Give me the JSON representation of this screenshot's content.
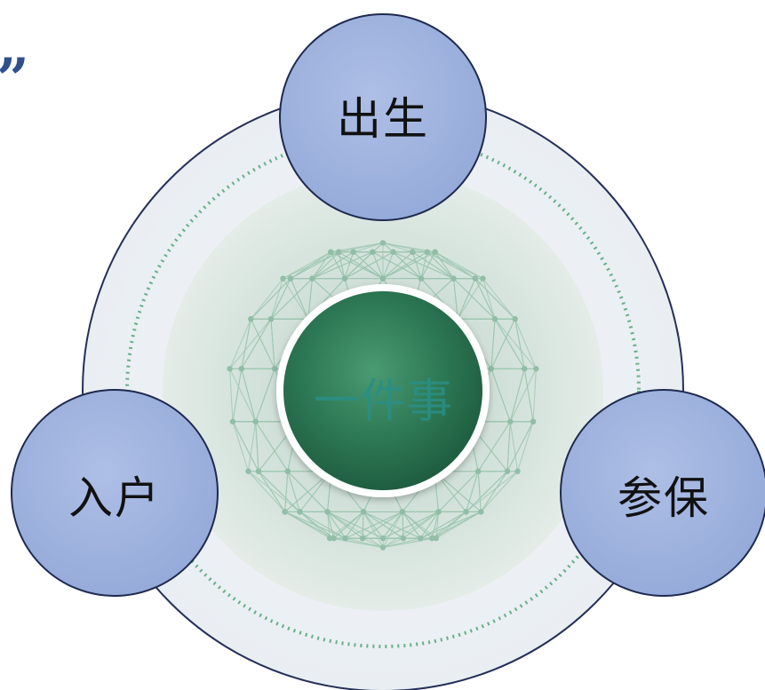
{
  "decoration": {
    "quote_mark": "”"
  },
  "center": {
    "label": "一件事"
  },
  "nodes": [
    {
      "id": "birth",
      "label": "出生"
    },
    {
      "id": "registration",
      "label": "入户"
    },
    {
      "id": "insurance",
      "label": "参保"
    }
  ],
  "colors": {
    "node_fill": "#a3b6e0",
    "node_stroke": "#1f2a4f",
    "outer_ring": "#253058",
    "outer_fill": "#eef2f6",
    "dotted_ring": "#5aa87a",
    "center_fill": "#2f7a55",
    "center_text": "#2a8f86",
    "quote": "#2f4f8f"
  }
}
